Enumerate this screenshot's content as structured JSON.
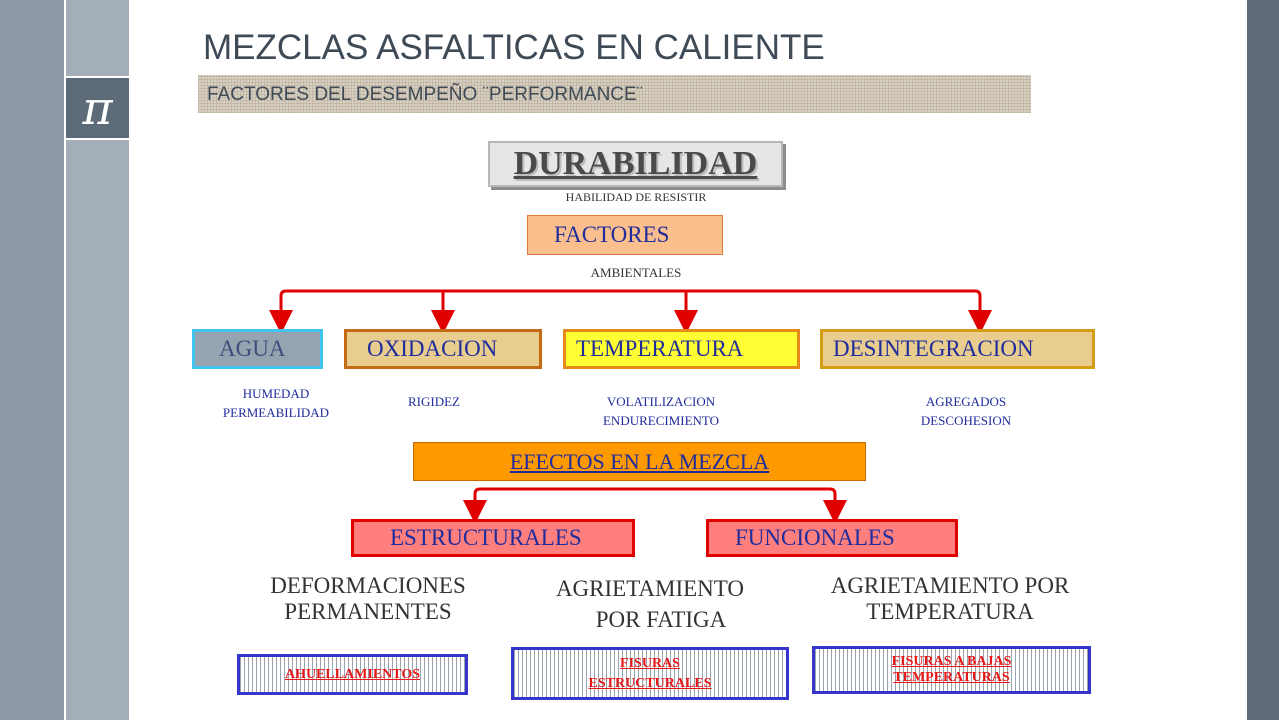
{
  "header": {
    "title": "MEZCLAS ASFALTICAS EN CALIENTE",
    "subtitle": "FACTORES DEL DESEMPEÑO ¨PERFORMANCE¨"
  },
  "decor": {
    "pi_symbol": "π"
  },
  "diagram": {
    "root": {
      "label": "DURABILIDAD",
      "note": "HABILIDAD DE RESISTIR"
    },
    "factores": {
      "label": "FACTORES",
      "note": "AMBIENTALES"
    },
    "factors": [
      {
        "label": "AGUA",
        "notes": [
          "HUMEDAD",
          "PERMEABILIDAD"
        ]
      },
      {
        "label": "OXIDACION",
        "notes": [
          "RIGIDEZ"
        ]
      },
      {
        "label": "TEMPERATURA",
        "notes": [
          "VOLATILIZACION",
          "ENDURECIMIENTO"
        ]
      },
      {
        "label": "DESINTEGRACION",
        "notes": [
          "AGREGADOS",
          "DESCOHESION"
        ]
      }
    ],
    "efectos": {
      "label": "EFECTOS EN LA MEZCLA"
    },
    "effect_types": [
      {
        "label": "ESTRUCTURALES"
      },
      {
        "label": "FUNCIONALES"
      }
    ],
    "outcomes": [
      {
        "lines": [
          "DEFORMACIONES",
          "PERMANENTES"
        ],
        "result": [
          "AHUELLAMIENTOS"
        ]
      },
      {
        "lines": [
          "AGRIETAMIENTO",
          "POR FATIGA"
        ],
        "result": [
          "FISURAS",
          "ESTRUCTURALES"
        ]
      },
      {
        "lines": [
          "AGRIETAMIENTO POR",
          "TEMPERATURA"
        ],
        "result": [
          "FISURAS A BAJAS",
          "TEMPERATURAS"
        ]
      }
    ]
  },
  "colors": {
    "arrow_red": "#e00000",
    "title_gray": "#3e4a56",
    "text_blue": "#1f2c9c"
  }
}
